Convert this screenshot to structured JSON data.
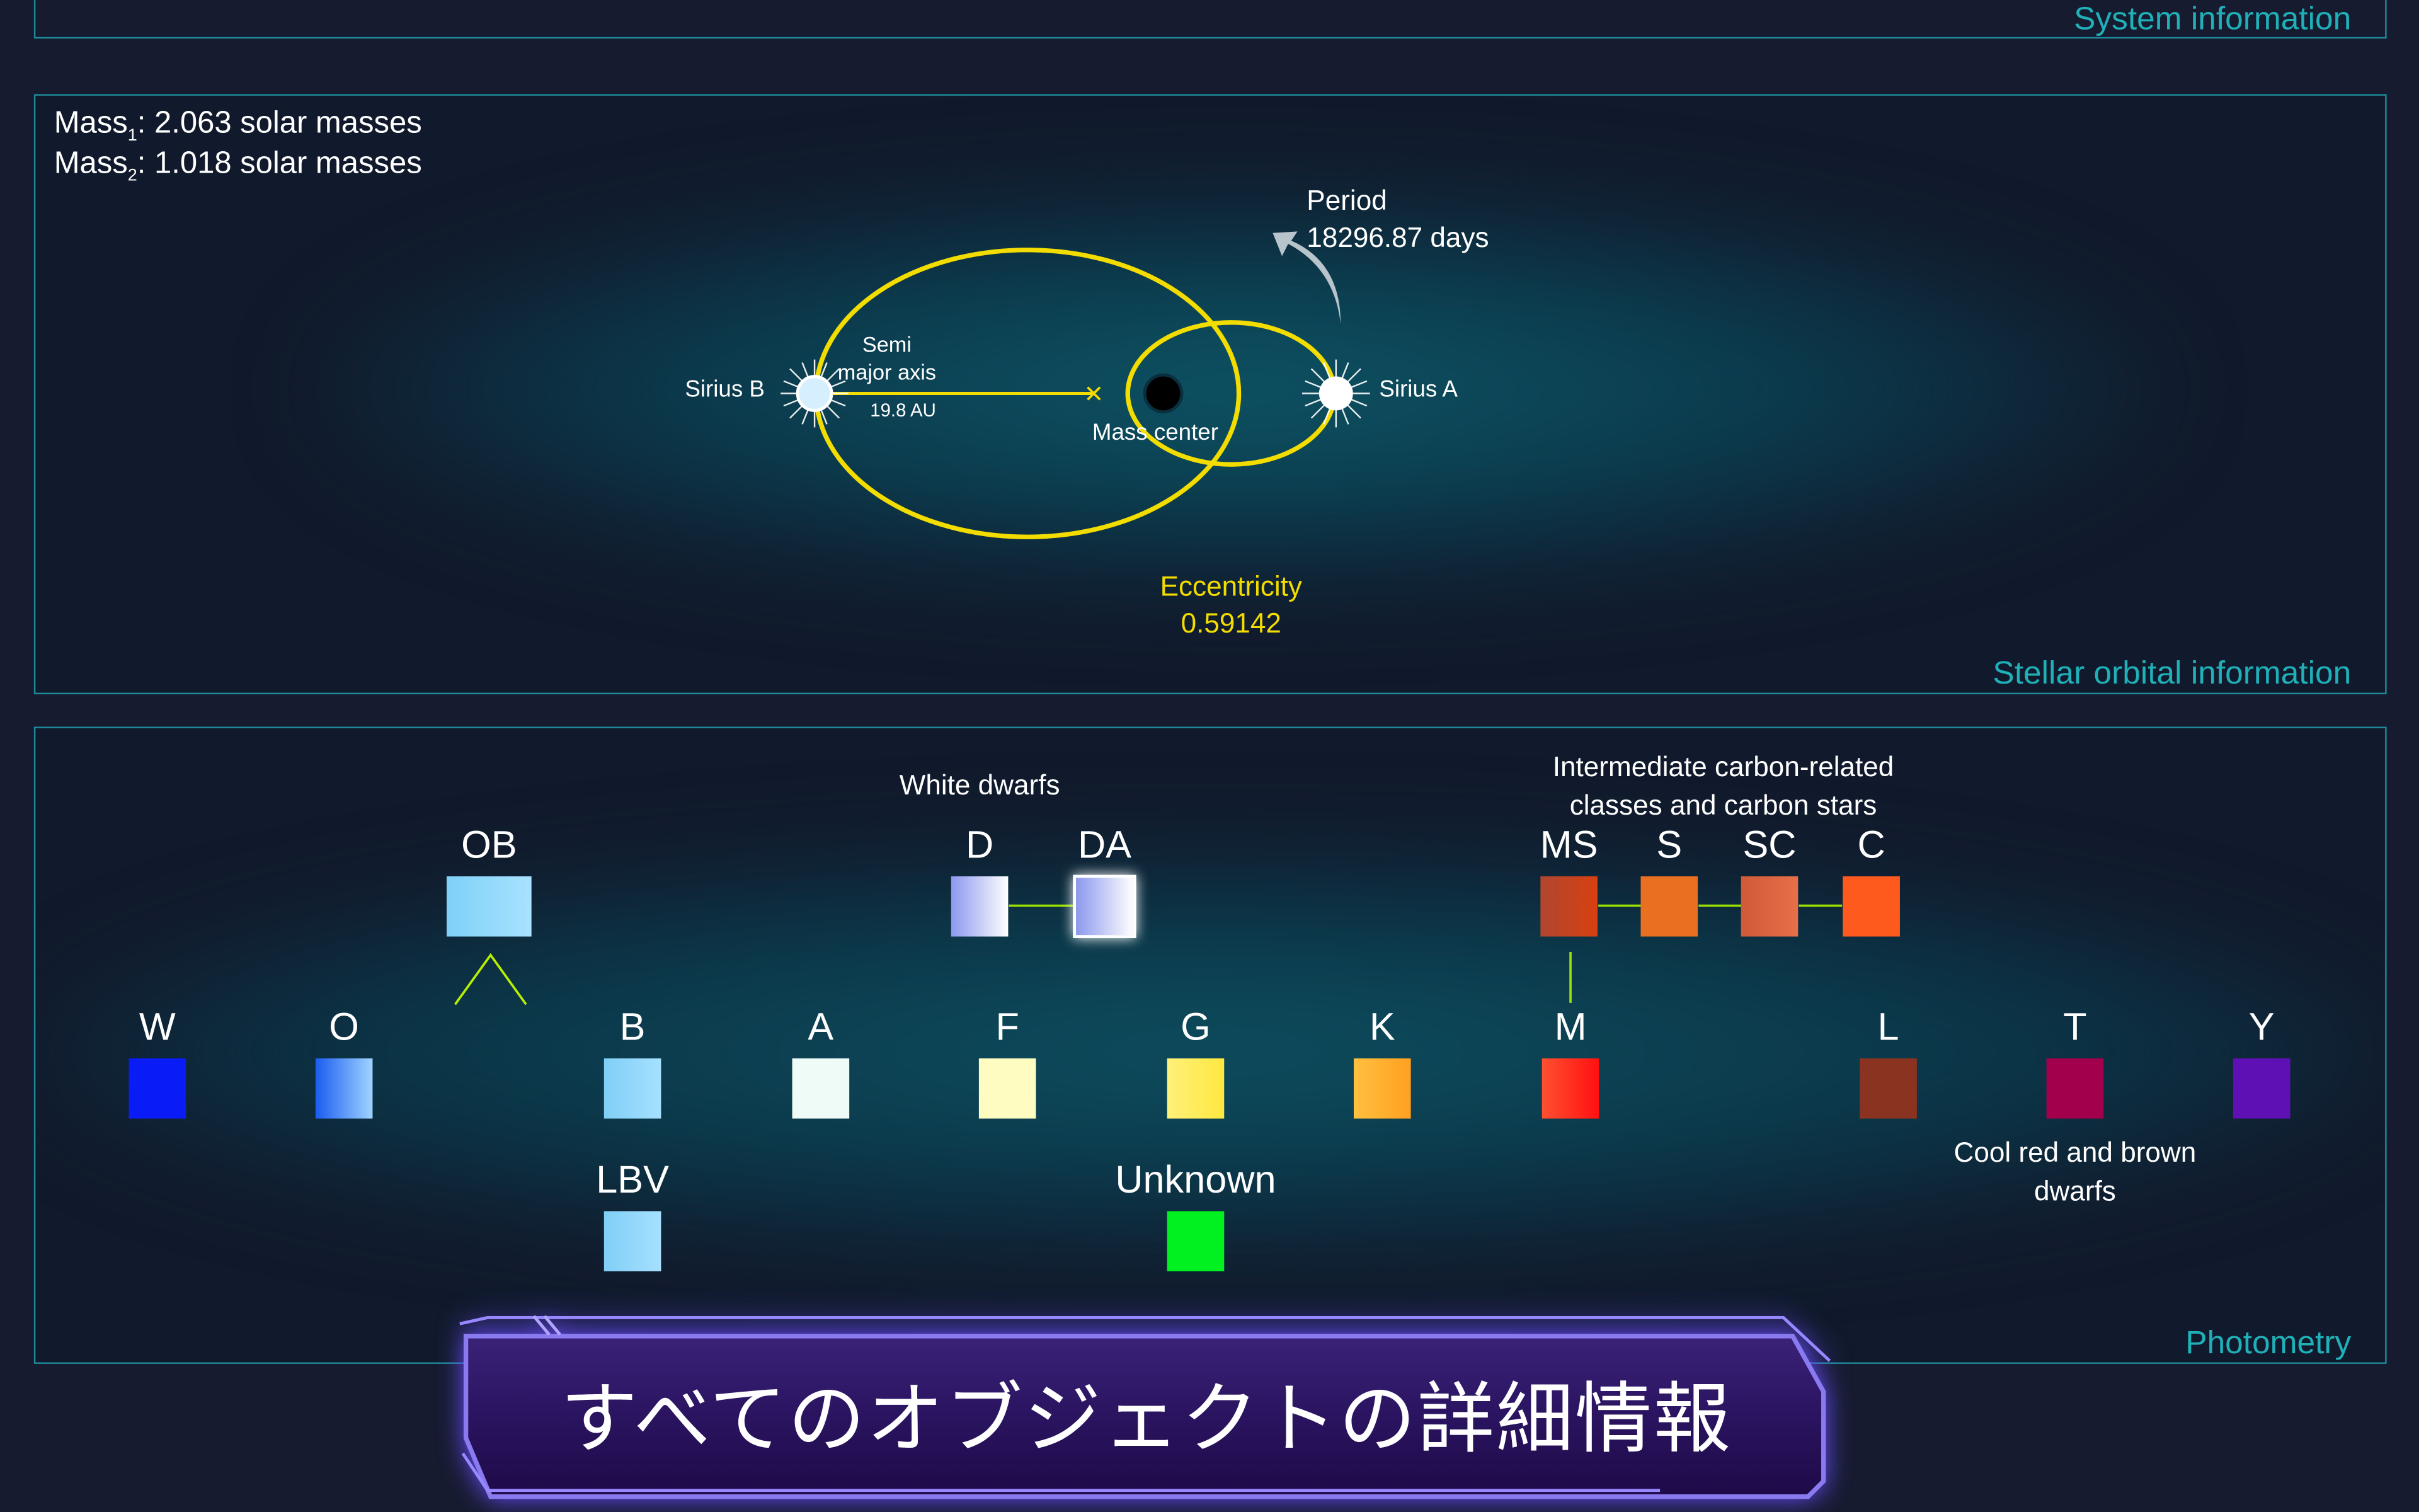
{
  "system_panel": {
    "title": "System information"
  },
  "orbit_panel": {
    "title": "Stellar orbital information",
    "mass1_label": "Mass",
    "mass1_sub": "1",
    "mass1_value": ": 2.063 solar masses",
    "mass2_label": "Mass",
    "mass2_sub": "2",
    "mass2_value": ": 1.018 solar masses",
    "period_label": "Period",
    "period_value": "18296.87 days",
    "star_b": "Sirius B",
    "star_a": "Sirius A",
    "semi_major_line1": "Semi",
    "semi_major_line2": "major axis",
    "semi_major_value": "19.8 AU",
    "mass_center": "Mass center",
    "eccentricity_label": "Eccentricity",
    "eccentricity_value": "0.59142",
    "orbit_color": "#f3dc00"
  },
  "photometry_panel": {
    "title": "Photometry",
    "white_dwarfs_caption": "White dwarfs",
    "carbon_caption_line1": "Intermediate carbon-related",
    "carbon_caption_line2": "classes and carbon stars",
    "cool_caption_line1": "Cool red and brown",
    "cool_caption_line2": "dwarfs",
    "classes": {
      "OB": "OB",
      "D": "D",
      "DA": "DA",
      "MS": "MS",
      "S": "S",
      "SC": "SC",
      "C": "C",
      "W": "W",
      "O": "O",
      "B": "B",
      "A": "A",
      "F": "F",
      "G": "G",
      "K": "K",
      "M": "M",
      "L": "L",
      "T": "T",
      "Y": "Y",
      "LBV": "LBV",
      "Unknown": "Unknown"
    }
  },
  "banner": {
    "text": "すべてのオブジェクトの詳細情報"
  }
}
